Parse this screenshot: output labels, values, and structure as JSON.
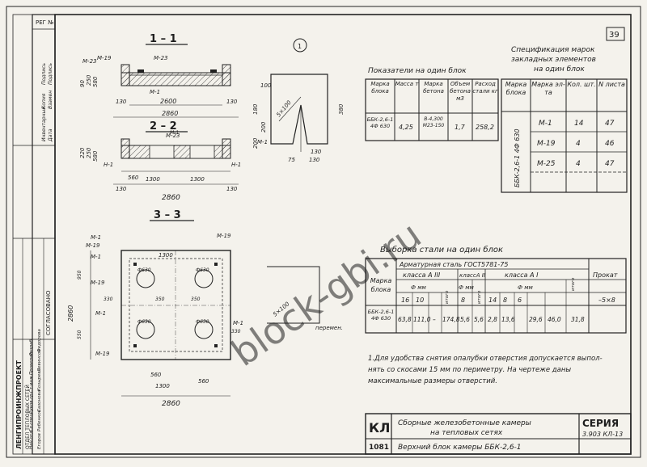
{
  "sheet": {
    "page_number": "39",
    "reg_no": "РЕГ №",
    "watermark": "block-gbi.ru"
  },
  "sections": {
    "s11": {
      "title": "1 – 1",
      "labels": [
        "М-23",
        "М-19",
        "М-1",
        "М-23"
      ],
      "dims": [
        "2600",
        "2860",
        "130",
        "130",
        "90",
        "250",
        "580"
      ]
    },
    "s22": {
      "title": "2 – 2",
      "labels": [
        "М-23",
        "Н-1",
        "Н-1",
        "М-1"
      ],
      "dims": [
        "2860",
        "560",
        "1300",
        "1300",
        "130",
        "130",
        "220",
        "250",
        "580"
      ]
    },
    "s33": {
      "title": "3 – 3",
      "labels": [
        "М-1",
        "М-19",
        "М-1",
        "М-19",
        "М-1",
        "М-1",
        "М-19",
        "Ф630",
        "Ф630",
        "Ф630",
        "Ф630"
      ],
      "dims": [
        "2860",
        "2860",
        "560",
        "560",
        "1300",
        "1300",
        "330",
        "330",
        "350",
        "350",
        "950",
        "550"
      ]
    },
    "detail": {
      "marker": "1",
      "dims": [
        "180",
        "200",
        "200",
        "75",
        "130",
        "130",
        "100",
        "5×100",
        "380"
      ],
      "labels": [
        "М-1"
      ]
    },
    "detail3": {
      "labels": [
        "5×100",
        "М-19",
        "перемен."
      ]
    }
  },
  "indicators": {
    "title": "Показатели на один блок",
    "headers": [
      "Марка блока",
      "Масса т",
      "Марка бетона",
      "Объем бетона м3",
      "Расход стали кг"
    ],
    "row": [
      "ББК-2,6-1 4Ф 630",
      "4,25",
      "В-4,300 М23-150",
      "1,7",
      "258,2"
    ]
  },
  "spec": {
    "title_line1": "Спецификация марок",
    "title_line2": "закладных элементов",
    "title_line3": "на один блок",
    "headers": [
      "Марка блока",
      "Марка эл-та",
      "Кол. шт.",
      "N листа"
    ],
    "block": "ББК-2,6-1 4Ф 630",
    "rows": [
      [
        "М-1",
        "14",
        "47"
      ],
      [
        "М-19",
        "4",
        "46"
      ],
      [
        "М-25",
        "4",
        "47"
      ]
    ]
  },
  "steel": {
    "title": "Выборка стали на один блок",
    "group_header": "Арматурная сталь ГОСТ5781-75",
    "class_a3": "класса А III",
    "class_a2": "классА II",
    "class_a1": "класса А I",
    "prokat": "Прокат",
    "mm": "Ф мм",
    "itogo": "итого",
    "brand_col": "Марка блока",
    "sizes": [
      "16",
      "10",
      "",
      "8",
      "",
      "14",
      "8",
      "6",
      "",
      "–5×8"
    ],
    "row_name": "ББК-2,6-1 4Ф 630",
    "row_values": [
      "63,8",
      "111,0",
      "–",
      "174,8",
      "5,6",
      "5,6",
      "2,8",
      "13,6",
      "29,6",
      "46,0",
      "31,8"
    ]
  },
  "note": {
    "line1": "1.Для удобства снятия опалубки отверстия допускается выпол-",
    "line2": "нять со скосами 15 мм по периметру. На чертеже даны",
    "line3": "максимальные размеры отверстий."
  },
  "title_block": {
    "code": "КЛ",
    "code2": "1081",
    "title_line1": "Сборные железобетонные камеры",
    "title_line2": "на тепловых сетях",
    "subtitle": "Верхний блок камеры ББК-2,6-1",
    "seria_label": "СЕРИЯ",
    "seria_number": "3.903 КЛ-13"
  },
  "left_strip": {
    "top_cols": [
      "Инвентарный",
      "Копия",
      "Подпись",
      "Дата",
      "Взамен",
      "Подпись"
    ],
    "org_name": "ЛЕНГИПРОИНЖПРОЕКТ",
    "org_sub": "ОТДЕЛ ТЕПЛОВЫХ СЕТЕЙ",
    "roles": [
      "Нач.отд.",
      "Гл.спец.",
      "Руков.гр.",
      "Ст.инж.",
      "Проверил",
      "Разраб."
    ],
    "names": [
      "Егоров",
      "Ребенков",
      "Сазонова",
      "Козырева",
      "Левинсон",
      "Федорова"
    ],
    "agreed": "СОГЛАСОВАНО"
  }
}
